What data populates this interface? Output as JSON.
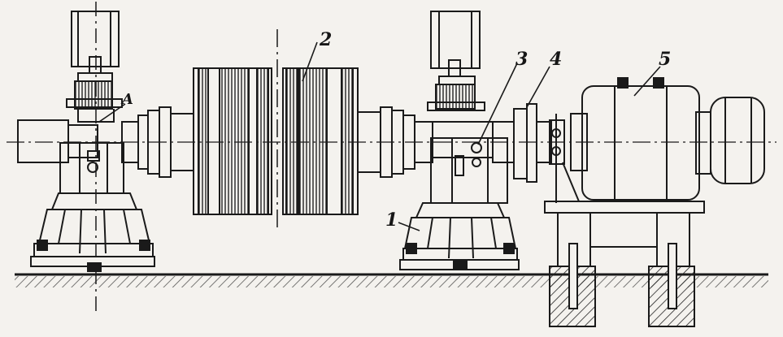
{
  "figure": {
    "labels": [
      {
        "id": "section-mark",
        "text": "A"
      },
      {
        "id": "drum",
        "text": "2"
      },
      {
        "id": "bearing-stand",
        "text": "1"
      },
      {
        "id": "coupling-shaft",
        "text": "3"
      },
      {
        "id": "brake-coupling",
        "text": "4"
      },
      {
        "id": "motor",
        "text": "5"
      }
    ]
  }
}
